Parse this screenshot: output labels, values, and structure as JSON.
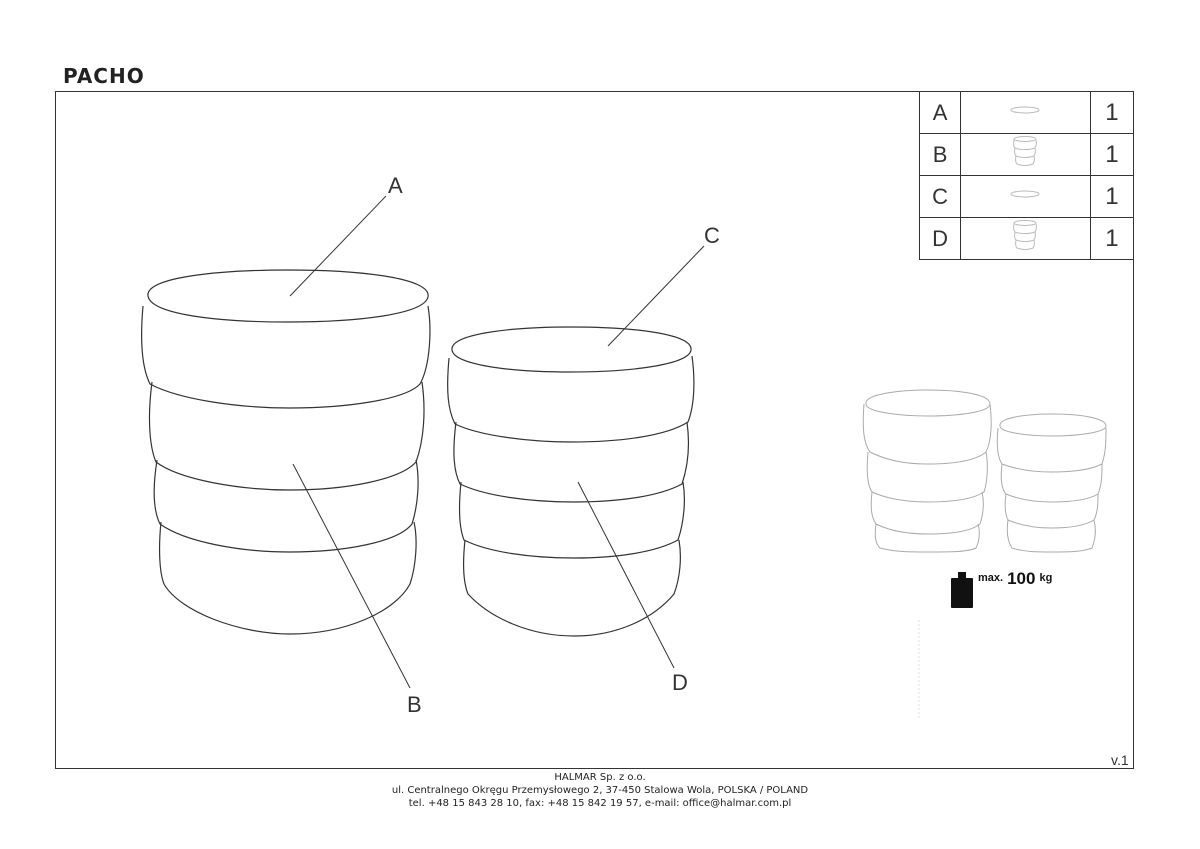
{
  "title": "PACHO",
  "version": "v.1",
  "parts": [
    {
      "letter": "A",
      "qty": "1",
      "icon": "lid-icon"
    },
    {
      "letter": "B",
      "qty": "1",
      "icon": "stool-body-icon"
    },
    {
      "letter": "C",
      "qty": "1",
      "icon": "lid-icon"
    },
    {
      "letter": "D",
      "qty": "1",
      "icon": "stool-body-icon"
    }
  ],
  "callouts": {
    "a": "A",
    "b": "B",
    "c": "C",
    "d": "D"
  },
  "max_load": {
    "prefix": "max.",
    "value": "100",
    "unit": "kg"
  },
  "footer": {
    "company": "HALMAR Sp. z o.o.",
    "address": "ul. Centralnego Okręgu Przemysłowego 2, 37-450 Stalowa Wola, POLSKA / POLAND",
    "contact": "tel. +48 15 843 28 10, fax: +48 15 842 19 57, e-mail: office@halmar.com.pl"
  }
}
